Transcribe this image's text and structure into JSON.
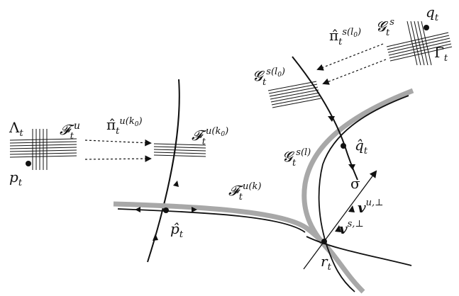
{
  "labels": {
    "lambda_t": "Λ_t",
    "p_t": "p_t",
    "F_u": "𝓕_t^u",
    "pi_uk0": "π̂_t^{u(k0)}",
    "F_uk0": "𝓕_t^{u(k0)}",
    "F_uk": "𝓕_t^{u(k)}",
    "phat_t": "p̂_t",
    "G_s": "𝓖_t^s",
    "q_t": "q_t",
    "Gamma_t": "Γ_t",
    "pi_sl0": "π̂_t^{s(l0)}",
    "G_sl0": "𝓖_t^{s(l0)}",
    "G_sl": "𝓖_t^{s(l)}",
    "qhat_t": "q̂_t",
    "sigma": "σ",
    "v_u_perp": "v^{u,⊥}",
    "v_s_perp": "v^{s,⊥}",
    "r_t": "r_t"
  },
  "colors": {
    "ink": "#111111",
    "band": "#a8a8a8",
    "background": "#ffffff"
  }
}
